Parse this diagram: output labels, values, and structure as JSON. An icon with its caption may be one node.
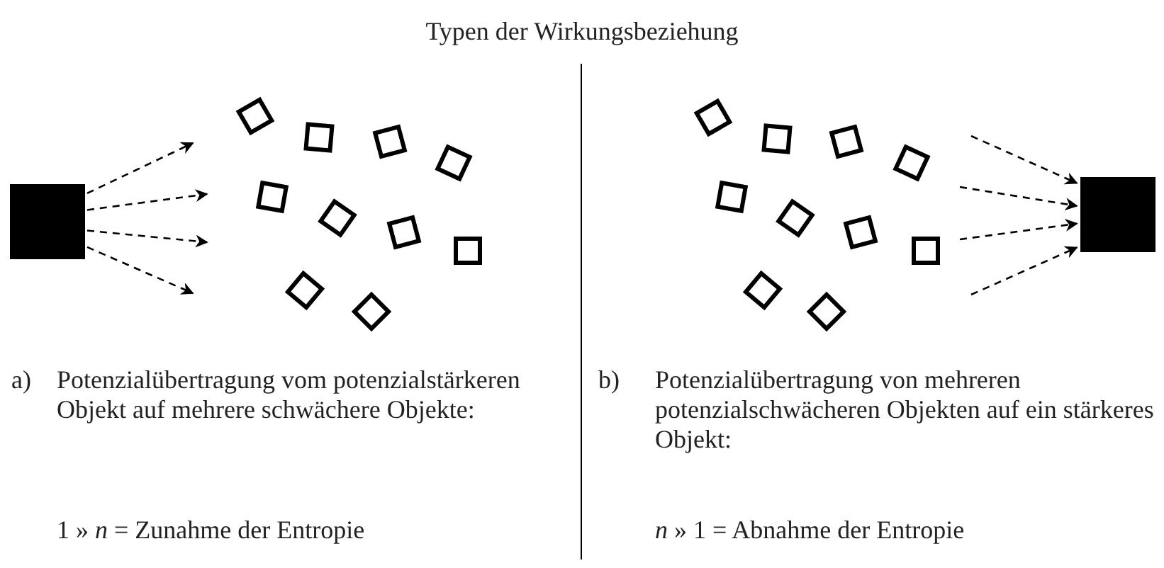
{
  "diagram": {
    "title": "Typen der Wirkungsbeziehung",
    "nodes": [
      {
        "text": [],
        "shape": "box"
      },
      {
        "text": [],
        "shape": "box"
      },
      {
        "text": [],
        "shape": "box"
      },
      {
        "text": [],
        "shape": "box"
      },
      {
        "text": [],
        "shape": "box"
      },
      {
        "text": [],
        "shape": "box"
      },
      {
        "text": [],
        "shape": "box"
      },
      {
        "text": [],
        "shape": "box"
      },
      {
        "text": [],
        "shape": "box"
      },
      {
        "text": [],
        "shape": "box"
      },
      {
        "text": [],
        "shape": "box"
      },
      {
        "text": [],
        "shape": "box"
      },
      {
        "text": [],
        "shape": "box"
      },
      {
        "text": [],
        "shape": "box"
      },
      {
        "text": [],
        "shape": "box"
      },
      {
        "text": [],
        "shape": "box"
      },
      {
        "text": [],
        "shape": "box"
      },
      {
        "text": [],
        "shape": "box"
      },
      {
        "text": [],
        "shape": "box"
      },
      {
        "text": [],
        "shape": "box"
      },
      {
        "text": [],
        "shape": "box"
      },
      {
        "text": [],
        "shape": "box"
      }
    ],
    "edges": [
      {
        "from": 0,
        "to": null,
        "arrow": "to",
        "style": "dashed"
      },
      {
        "from": 0,
        "to": null,
        "arrow": "to",
        "style": "dashed"
      },
      {
        "from": 0,
        "to": null,
        "arrow": "to",
        "style": "dashed"
      },
      {
        "from": 0,
        "to": null,
        "arrow": "to",
        "style": "dashed"
      },
      {
        "from": null,
        "to": 21,
        "arrow": "to",
        "style": "dashed"
      },
      {
        "from": null,
        "to": 21,
        "arrow": "to",
        "style": "dashed"
      },
      {
        "from": null,
        "to": 21,
        "arrow": "to",
        "style": "dashed"
      },
      {
        "from": null,
        "to": 21,
        "arrow": "to",
        "style": "dashed"
      }
    ],
    "labels": [
      "a)",
      "Potenzialübertragung vom potenzialstärkeren Objekt auf mehrere schwächere Objekte:",
      "b)",
      "Potenzialübertragung von mehreren potenzialschwächeren Objekten auf ein stärkeres Objekt:",
      "1 » *n* = Zunahme der Entropie",
      "*n* » 1 = Abnahme der Entropie"
    ]
  }
}
